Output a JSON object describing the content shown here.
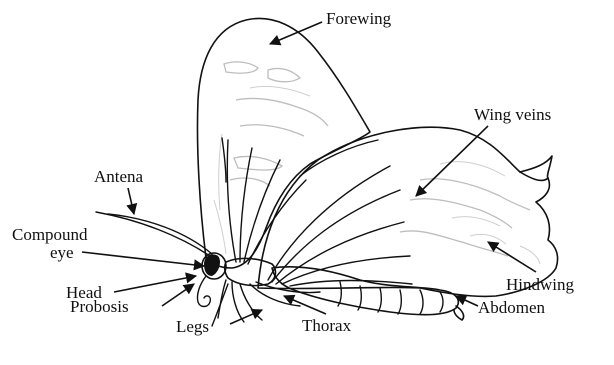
{
  "labels": {
    "forewing": "Forewing",
    "wing_veins": "Wing veins",
    "antena": "Antena",
    "compound_eye_line1": "Compound",
    "compound_eye_line2": "eye",
    "head": "Head",
    "hindwing": "Hindwing",
    "probosis": "Probosis",
    "legs": "Legs",
    "thorax": "Thorax",
    "abdomen": "Abdomen"
  },
  "colors": {
    "ink": "#111111",
    "faint_pattern": "#bdbdbd",
    "background": "#ffffff"
  }
}
